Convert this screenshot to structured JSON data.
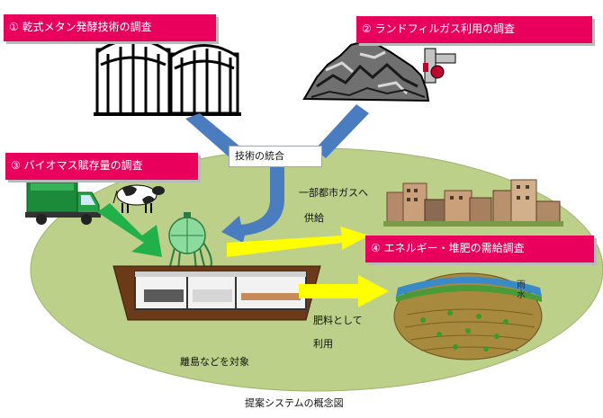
{
  "labels": {
    "survey1": "① 乾式メタン発酵技術の調査",
    "survey2": "② ランドフィルガス利用の調査",
    "survey3": "③ バイオマス賦存量の調査",
    "survey4": "④ エネルギー・堆肥の需給調査",
    "integration": "技術の統合",
    "city_gas_1": "一部都市ガスへ",
    "city_gas_2": "供給",
    "fertilizer_1": "肥料として",
    "fertilizer_2": "利用",
    "target": "離島などを対象",
    "farm_sign": "雨水",
    "caption": "提案システムの概念図"
  },
  "colors": {
    "label_bg": "#e8005c",
    "island": "#bcd08a",
    "arrow_blue": "#4a7cc0",
    "arrow_green": "#22b04a",
    "arrow_yellow": "#ffff00"
  }
}
